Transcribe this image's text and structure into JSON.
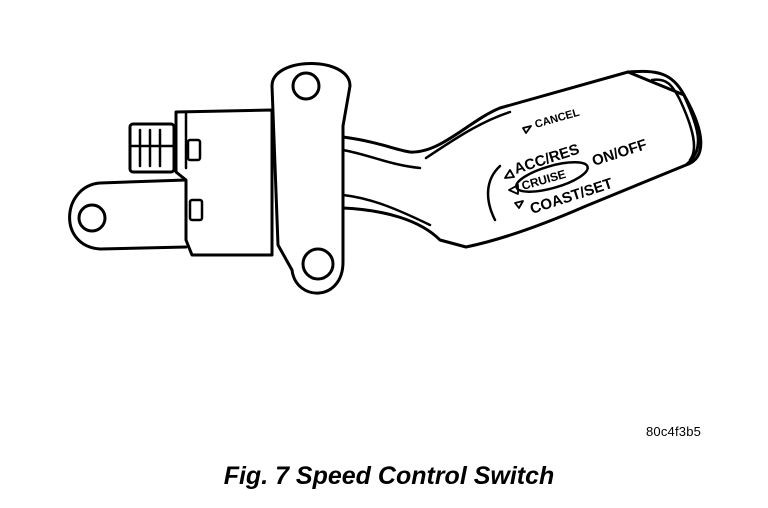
{
  "labels": {
    "cancel": "CANCEL",
    "acc_res": "ACC/RES",
    "cruise": "CRUISE",
    "on_off": "ON/OFF",
    "coast_set": "COAST/SET"
  },
  "figure_code": "80c4f3b5",
  "caption": "Fig. 7 Speed Control Switch"
}
